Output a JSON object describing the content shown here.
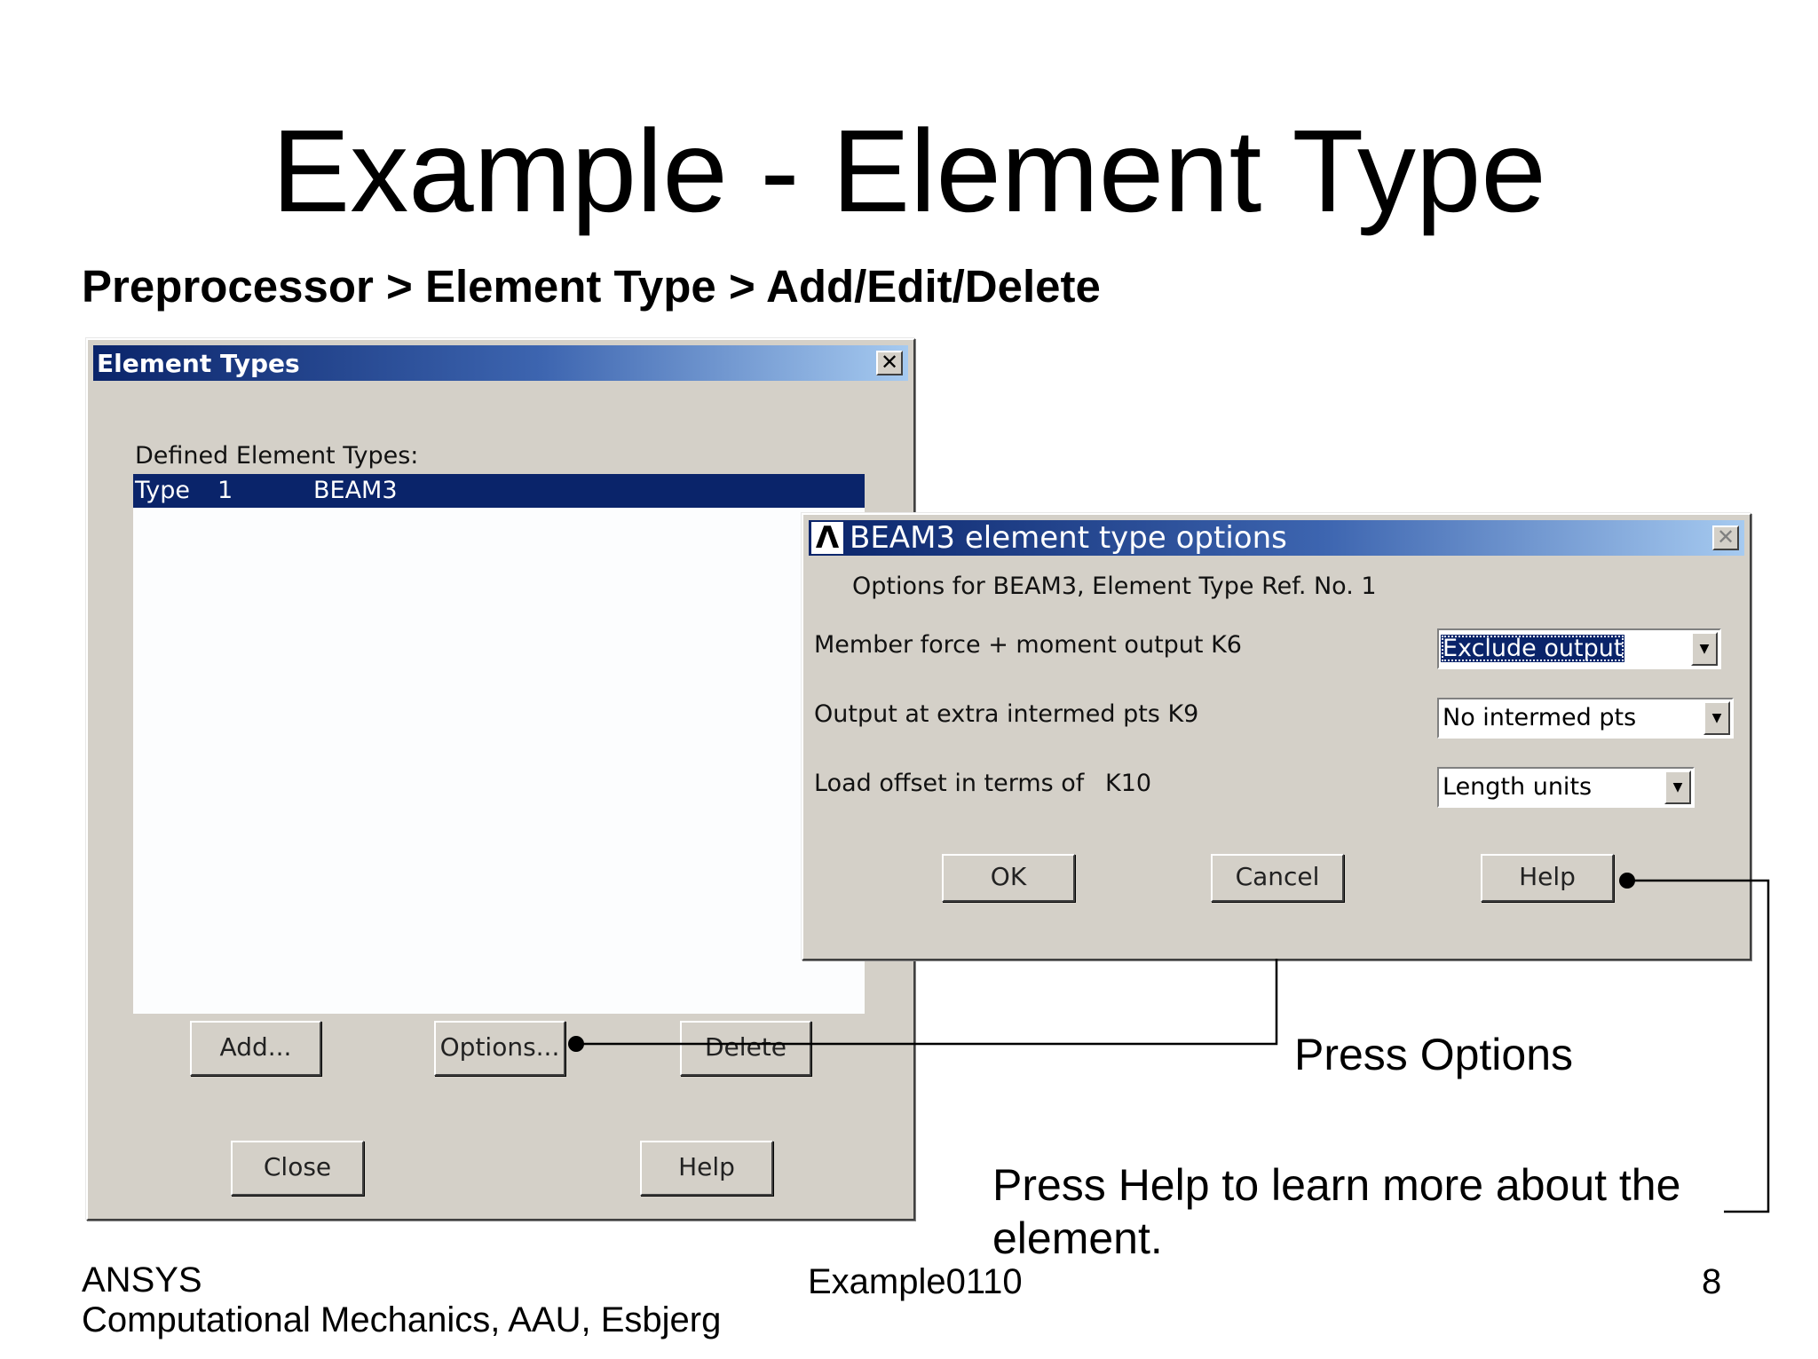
{
  "slide": {
    "title": "Example - Element Type",
    "breadcrumb": "Preprocessor > Element Type > Add/Edit/Delete"
  },
  "element_types_dialog": {
    "title": "Element Types",
    "close_glyph": "✕",
    "defined_label": "Defined Element Types:",
    "rows": [
      {
        "kind": "Type",
        "num": "1",
        "name": "BEAM3"
      }
    ],
    "buttons": {
      "add": "Add...",
      "options": "Options...",
      "delete": "Delete",
      "close": "Close",
      "help": "Help"
    }
  },
  "beam_dialog": {
    "logo_glyph": "Λ",
    "title": "BEAM3 element type options",
    "close_glyph": "✕",
    "subtitle": "Options for BEAM3, Element Type Ref. No. 1",
    "options": [
      {
        "label": "Member force + moment output  K6",
        "value": "Exclude output"
      },
      {
        "label": "Output at extra intermed pts  K9",
        "value": "No intermed pts"
      },
      {
        "label": "Load offset in terms of",
        "key": "K10",
        "value": "Length units"
      }
    ],
    "buttons": {
      "ok": "OK",
      "cancel": "Cancel",
      "help": "Help"
    }
  },
  "callouts": {
    "press_options": "Press Options",
    "press_help": "Press Help to learn more about the element."
  },
  "footer": {
    "left_line1": "ANSYS",
    "left_line2": "Computational Mechanics, AAU, Esbjerg",
    "center": "Example0110",
    "page": "8"
  }
}
